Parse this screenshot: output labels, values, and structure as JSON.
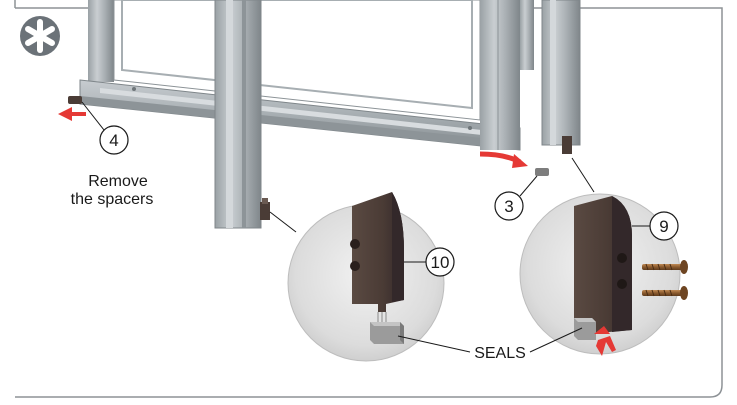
{
  "instructions": {
    "remove_line1": "Remove",
    "remove_line2": "the spacers",
    "seals_label": "SEALS"
  },
  "callouts": {
    "part_4": "4",
    "part_3": "3",
    "part_10": "10",
    "part_9": "9"
  },
  "colors": {
    "frame_panel": "#bfc4c7",
    "frame_dark": "#8c9397",
    "bracket_brown": "#4a3c36",
    "seal_grey": "#9b9b9b",
    "arrow_red": "#e53935",
    "star_badge": "#6b7278",
    "outline": "#8d9296"
  },
  "icons": {
    "badge": "asterisk-star-icon"
  }
}
